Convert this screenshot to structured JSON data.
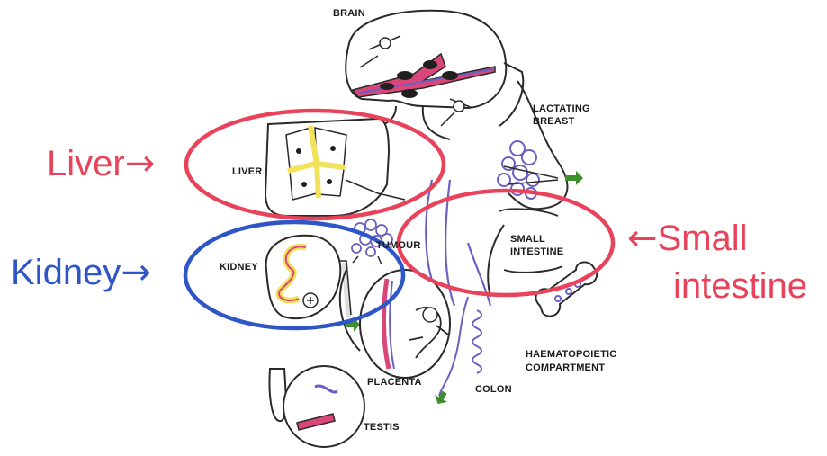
{
  "callouts": {
    "liver": "Liver",
    "kidney": "Kidney",
    "small_intestine_line1": "Small",
    "small_intestine_line2": "intestine",
    "right_arrow": "→",
    "left_arrow": "←"
  },
  "organ_labels": {
    "brain": "BRAIN",
    "lactating_breast_1": "LACTATING",
    "lactating_breast_2": "BREAST",
    "liver": "LIVER",
    "tumour": "TUMOUR",
    "small_intestine_1": "SMALL",
    "small_intestine_2": "INTESTINE",
    "kidney": "KIDNEY",
    "haematopoietic_1": "HAEMATOPOIETIC",
    "haematopoietic_2": "COMPARTMENT",
    "placenta": "PLACENTA",
    "colon": "COLON",
    "testis": "TESTIS"
  },
  "colors": {
    "highlight_red": "#e8435a",
    "highlight_blue": "#2f56c6",
    "vessel_pink": "#d9477a",
    "vessel_purple": "#6b5fc2",
    "secretion_green": "#3f8f2f",
    "liver_yellow": "#f2e25a",
    "outline": "#2a2a2a"
  }
}
